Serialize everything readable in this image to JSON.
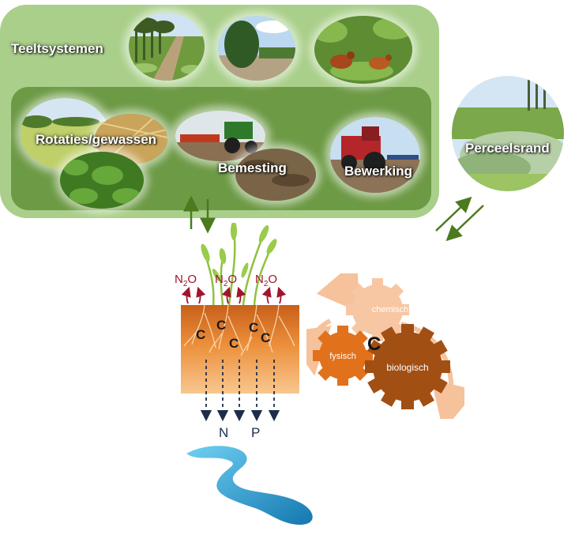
{
  "top_title": "Teeltsystemen",
  "inner_labels": {
    "rotaties": "Rotaties/gewassen",
    "bemesting": "Bemesting",
    "bewerking": "Bewerking"
  },
  "perceelsrand": "Perceelsrand",
  "emissions": [
    {
      "base": "N",
      "sub": "2",
      "tail": "O"
    },
    {
      "base": "N",
      "sub": "2",
      "tail": "O"
    },
    {
      "base": "N",
      "sub": "2",
      "tail": "O"
    }
  ],
  "soil_carbon": [
    "C",
    "C",
    "C",
    "C",
    "C"
  ],
  "leaching": [
    "N",
    "P"
  ],
  "gears": {
    "center": "C",
    "chemisch": "chemisch",
    "fysisch": "fysisch",
    "biologisch": "biologisch"
  },
  "colors": {
    "outer_panel": "#a9cf8a",
    "inner_panel": "#6d9a45",
    "gear_chemisch": "#f7c6a3",
    "gear_fysisch": "#e2711c",
    "gear_biologisch": "#a24f14",
    "arrow_green": "#4b7a1f",
    "water": "#2aa3d8"
  }
}
